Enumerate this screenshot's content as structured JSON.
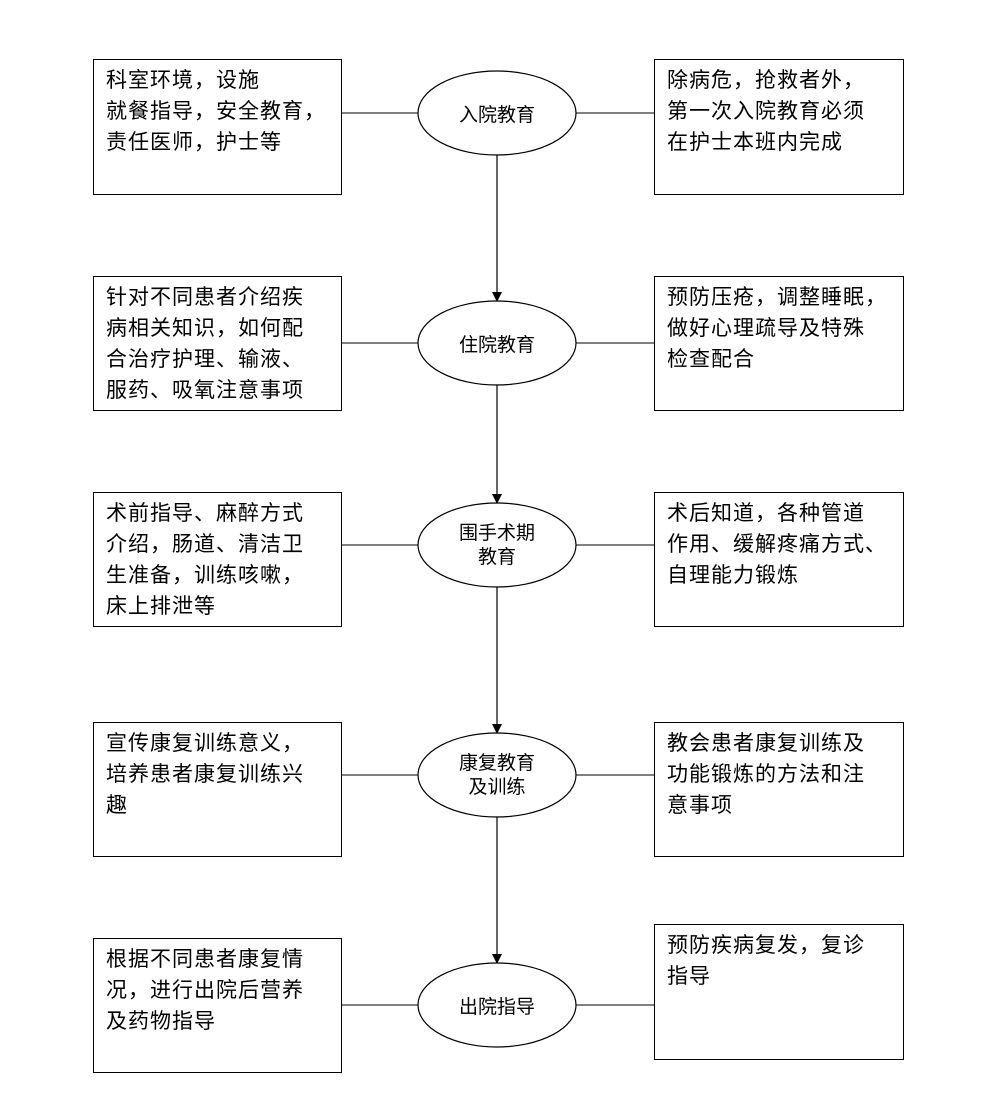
{
  "stages": [
    {
      "name_lines": [
        "入院教育"
      ],
      "left_lines": [
        "科室环境，设施",
        "就餐指导，安全教育，",
        "责任医师，护士等"
      ],
      "right_lines": [
        "除病危，抢救者外，",
        "第一次入院教育必须",
        "在护士本班内完成"
      ]
    },
    {
      "name_lines": [
        "住院教育"
      ],
      "left_lines": [
        "针对不同患者介绍疾",
        "病相关知识，如何配",
        "合治疗护理、输液、",
        "服药、吸氧注意事项"
      ],
      "right_lines": [
        "预防压疮，调整睡眠，",
        "做好心理疏导及特殊",
        "检查配合"
      ]
    },
    {
      "name_lines": [
        "围手术期",
        "教育"
      ],
      "left_lines": [
        "术前指导、麻醉方式",
        "介绍，肠道、清洁卫",
        "生准备，训练咳嗽，",
        "床上排泄等"
      ],
      "right_lines": [
        "术后知道，各种管道",
        "作用、缓解疼痛方式、",
        "自理能力锻炼"
      ]
    },
    {
      "name_lines": [
        "康复教育",
        "及训练"
      ],
      "left_lines": [
        "宣传康复训练意义，",
        "培养患者康复训练兴",
        "趣"
      ],
      "right_lines": [
        "教会患者康复训练及",
        "功能锻炼的方法和注",
        "意事项"
      ]
    },
    {
      "name_lines": [
        "出院指导"
      ],
      "left_lines": [
        "根据不同患者康复情",
        "况，进行出院后营养",
        "及药物指导"
      ],
      "right_lines": [
        "预防疾病复发，复诊",
        "指导"
      ]
    }
  ]
}
